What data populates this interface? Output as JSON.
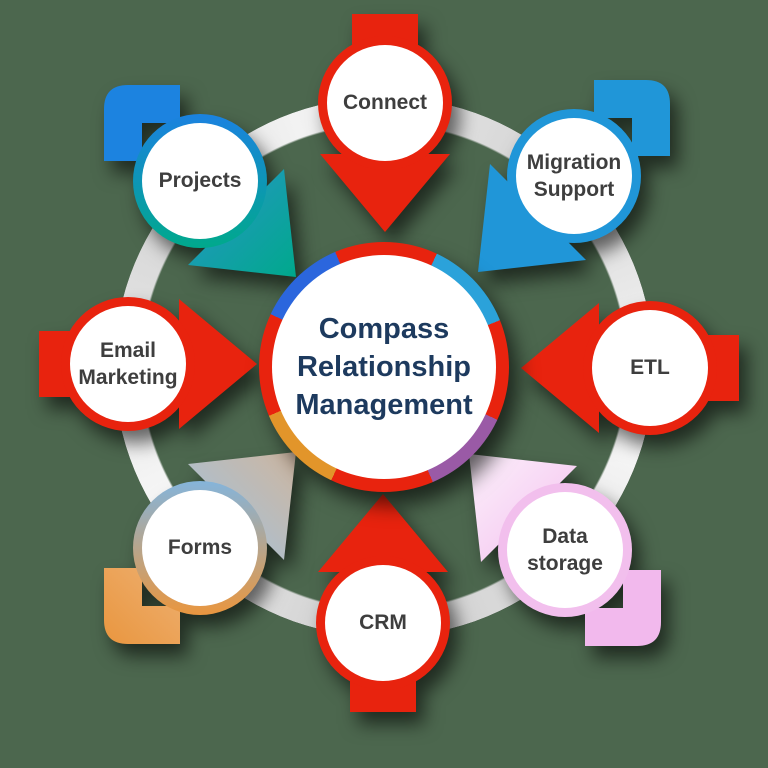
{
  "diagram": {
    "title": "Compass Relationship Management",
    "background_color": "#4c674e",
    "orbit_ring_color": "#e5e5e5",
    "hub_ring_colors": [
      "#e8230e",
      "#2ba2da",
      "#9a5aa6",
      "#e2952a",
      "#2b66dd"
    ],
    "nodes": [
      {
        "label": "Connect",
        "position": "top",
        "ring_color": "#e8230e",
        "arrow_color": "#e8230e"
      },
      {
        "label": "Migration Support",
        "position": "top-right",
        "ring_color": "#2096d8",
        "arrow_color": "#2096d8"
      },
      {
        "label": "ETL",
        "position": "right",
        "ring_color": "#e8230e",
        "arrow_color": "#e8230e"
      },
      {
        "label": "Data storage",
        "position": "bottom-right",
        "ring_color": "#f2bfed",
        "arrow_color": "#f7ddf4"
      },
      {
        "label": "CRM",
        "position": "bottom",
        "ring_color": "#e8230e",
        "arrow_color": "#e8230e"
      },
      {
        "label": "Forms",
        "position": "bottom-left",
        "ring_color": "#e9963f",
        "arrow_color": "#9fc3e2"
      },
      {
        "label": "Email Marketing",
        "position": "left",
        "ring_color": "#e8230e",
        "arrow_color": "#e8230e"
      },
      {
        "label": "Projects",
        "position": "top-left",
        "ring_color": "#00a98c",
        "arrow_color": "#1c83e0"
      }
    ]
  }
}
